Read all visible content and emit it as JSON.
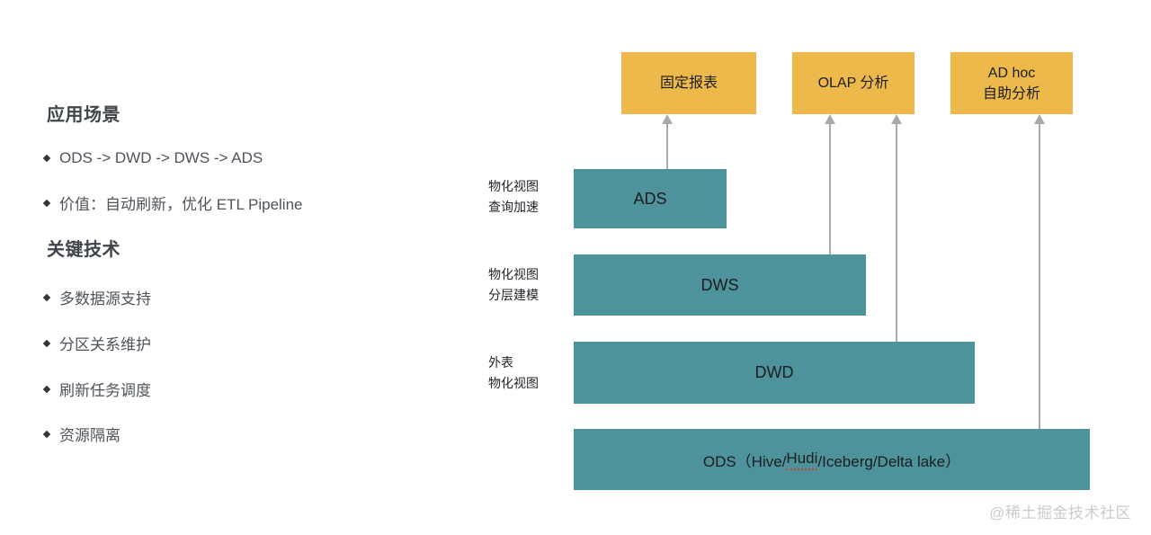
{
  "slide": {
    "watermark": "@稀土掘金技术社区"
  },
  "left_panel": {
    "sections": [
      {
        "heading": "应用场景",
        "bullets": [
          "ODS -> DWD -> DWS -> ADS",
          "价值：自动刷新，优化 ETL Pipeline"
        ]
      },
      {
        "heading": "关键技术",
        "bullets": [
          "多数据源支持",
          "分区关系维护",
          "刷新任务调度",
          "资源隔离"
        ]
      }
    ]
  },
  "diagram": {
    "top_boxes": [
      {
        "label": "固定报表"
      },
      {
        "label": "OLAP 分析"
      },
      {
        "line1": "AD hoc",
        "line2": "自助分析"
      }
    ],
    "layers": [
      {
        "name": "ADS",
        "side_label": [
          "物化视图",
          "查询加速"
        ]
      },
      {
        "name": "DWS",
        "side_label": [
          "物化视图",
          "分层建模"
        ]
      },
      {
        "name": "DWD",
        "side_label": [
          "外表",
          "物化视图"
        ]
      },
      {
        "name_pre": "ODS（Hive/",
        "name_misspelled": "Hudi",
        "name_post": "/Iceberg/Delta lake）"
      }
    ],
    "colors": {
      "app_box_fill": "#ECB94A",
      "layer_box_fill": "#4E929B",
      "arrow": "#A7AAAD",
      "spellcheck_underline": "#E03A2E",
      "heading_text": "#40454C",
      "body_text": "#4E545B",
      "box_text": "#1A1D21",
      "side_label_text": "#22262B",
      "watermark_text": "#C9CBCE"
    }
  }
}
